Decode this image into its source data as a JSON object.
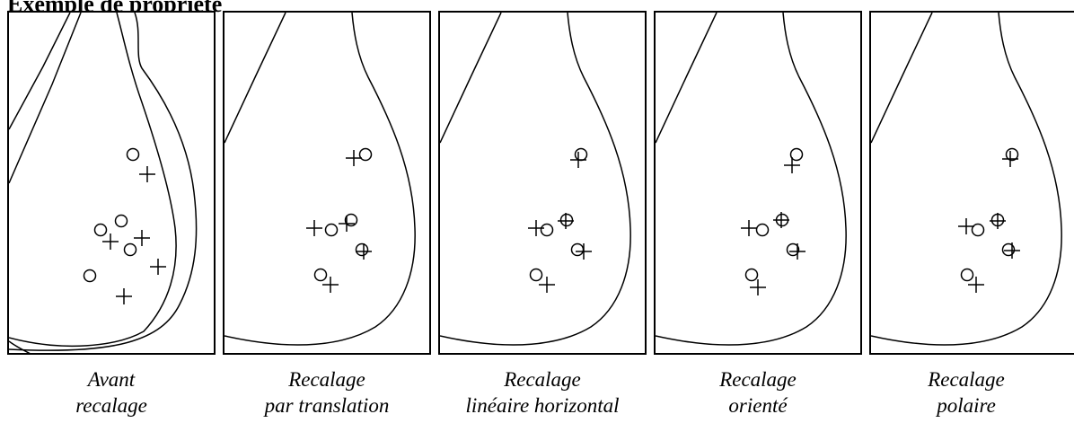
{
  "top_text": "Exemple de propriété",
  "panels": [
    {
      "caption_line1": "Avant",
      "caption_line2": "recalage"
    },
    {
      "caption_line1": "Recalage",
      "caption_line2": "par translation"
    },
    {
      "caption_line1": "Recalage",
      "caption_line2": "linéaire horizontal"
    },
    {
      "caption_line1": "Recalage",
      "caption_line2": "orienté"
    },
    {
      "caption_line1": "Recalage",
      "caption_line2": "polaire"
    }
  ]
}
